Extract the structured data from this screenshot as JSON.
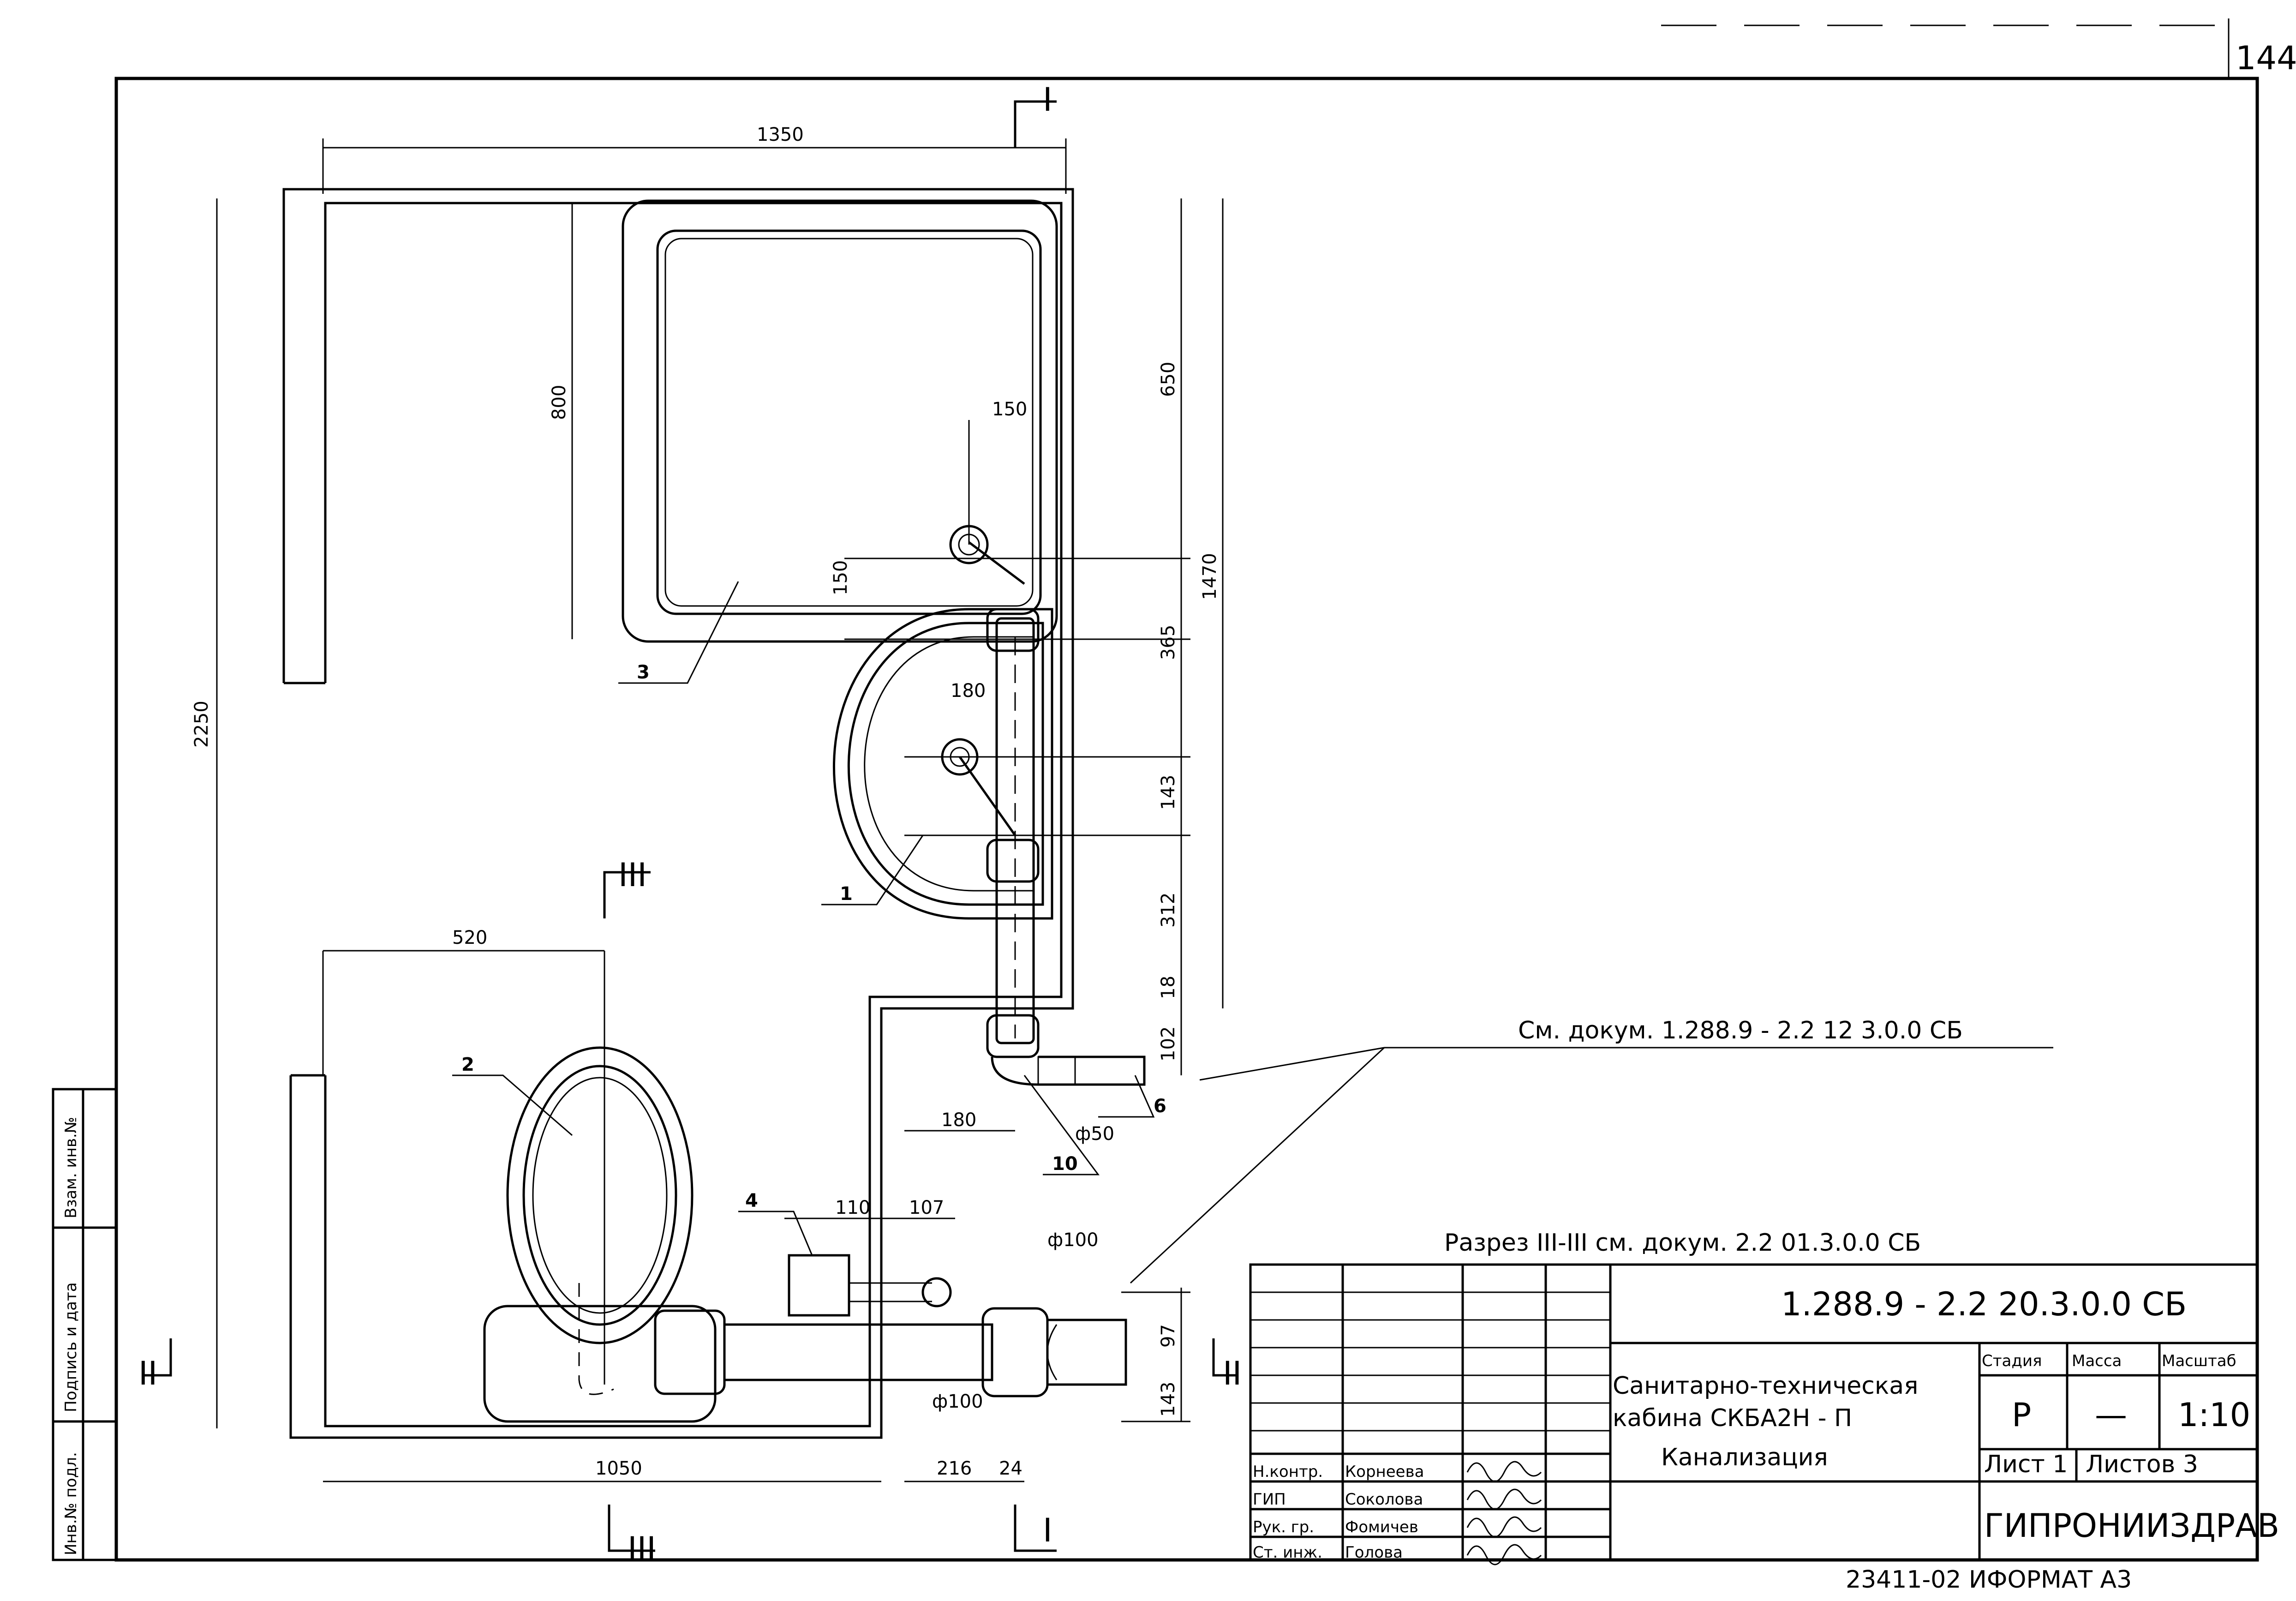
{
  "sheet": {
    "corner_number": "144",
    "bottom_note": "23411-02 ИФОРМАТ А3"
  },
  "dimensions": {
    "d1350": "1350",
    "d2250": "2250",
    "d800": "800",
    "d650": "650",
    "d1470": "1470",
    "d150_top": "150",
    "d150_side": "150",
    "d365": "365",
    "d180_sink": "180",
    "d143_sink": "143",
    "d312": "312",
    "d18": "18",
    "d102": "102",
    "d180_pipe": "180",
    "d520": "520",
    "d110": "110",
    "d107": "107",
    "d97": "97",
    "d143_low": "143",
    "d1050": "1050",
    "d216": "216",
    "d24": "24",
    "phi50": "ф50",
    "phi100_top": "ф100",
    "phi100_low": "ф100"
  },
  "callouts": {
    "c1": "1",
    "c2": "2",
    "c3": "3",
    "c4": "4",
    "c6": "6",
    "c10": "10"
  },
  "sections": {
    "sec_I_top": "I",
    "sec_I_bottom": "I",
    "sec_II_left": "II",
    "sec_II_right": "II",
    "sec_III_top": "III",
    "sec_III_bottom": "III"
  },
  "notes": {
    "see_doc": "См. докум. 1.288.9 - 2.2 12 3.0.0 СБ",
    "section_note": "Разрез III-III см. докум. 2.2 01.3.0.0 СБ"
  },
  "side_stamp": {
    "col1": "Инв.№ подл.",
    "col2": "Подпись и дата",
    "col3": "Взам. инв.№"
  },
  "title_block": {
    "doc_code": "1.288.9 - 2.2 20.3.0.0 СБ",
    "title_line1": "Санитарно-техническая",
    "title_line2": "кабина СКБА2Н - П",
    "title_line3": "Канализация",
    "stage_header": "Стадия",
    "mass_header": "Масса",
    "scale_header": "Масштаб",
    "stage_value": "Р",
    "mass_value": "—",
    "scale_value": "1:10",
    "sheet_label": "Лист 1",
    "sheets_label": "Листов 3",
    "organization": "ГИПРОНИИЗДРАВ",
    "roles": [
      "Н.контр.",
      "ГИП",
      "Рук. гр.",
      "Ст. инж."
    ],
    "names": [
      "Корнеева",
      "Соколова",
      "Фомичев",
      "Голова"
    ]
  }
}
